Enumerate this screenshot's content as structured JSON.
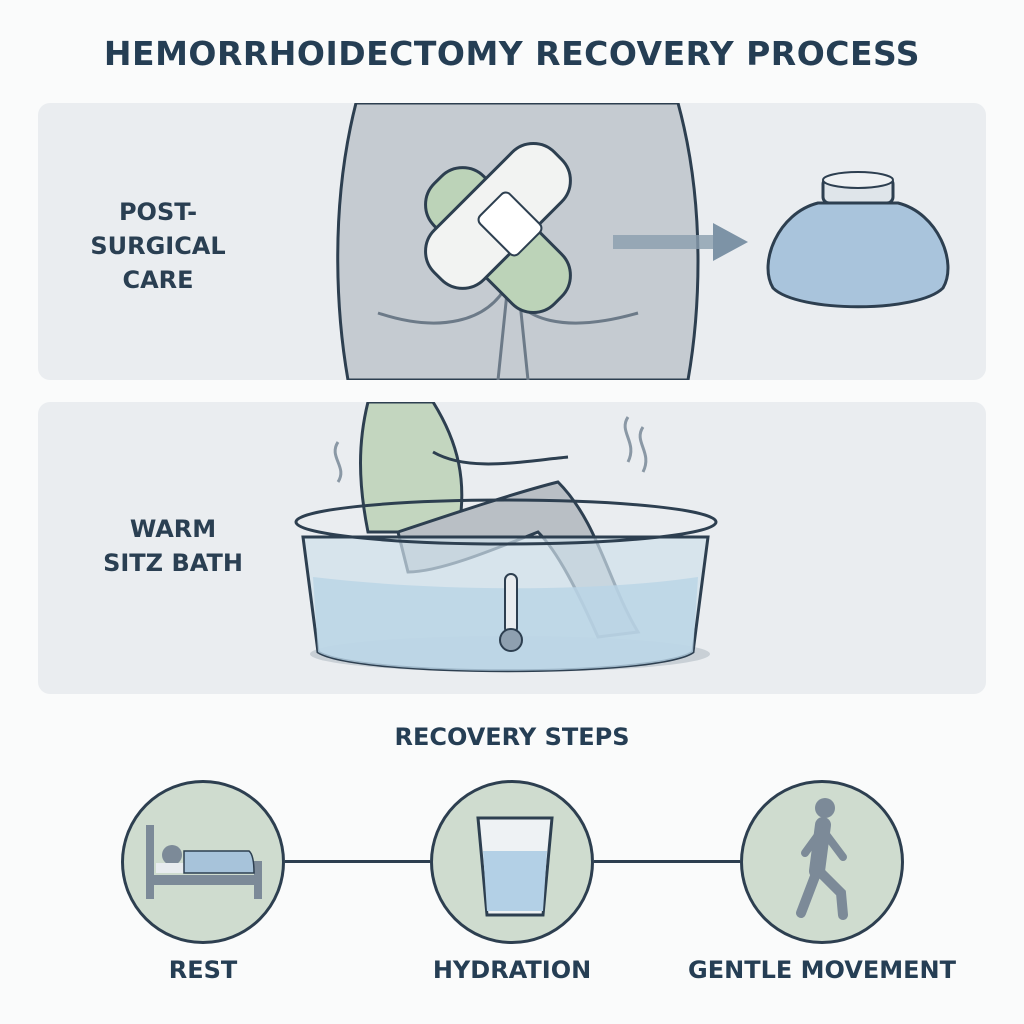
{
  "title": "HEMORRHOIDECTOMY RECOVERY PROCESS",
  "panels": [
    {
      "label_line1": "POST-",
      "label_line2": "SURGICAL",
      "label_line3": "CARE",
      "icons": [
        "buttocks-icon",
        "bandage-icon",
        "arrow-right-icon",
        "ice-pack-icon"
      ]
    },
    {
      "label_line1": "WARM",
      "label_line2": "SITZ BATH",
      "icons": [
        "person-in-bath-icon",
        "thermometer-icon",
        "steam-icon"
      ]
    }
  ],
  "steps_title": "RECOVERY STEPS",
  "steps": [
    {
      "label": "REST",
      "icon": "bed-icon"
    },
    {
      "label": "HYDRATION",
      "icon": "water-glass-icon"
    },
    {
      "label": "GENTLE MOVEMENT",
      "icon": "walking-person-icon"
    }
  ],
  "colors": {
    "text": "#253e54",
    "panel": "#eaedf0",
    "circle": "#cfdccf",
    "water": "#b9d4e6"
  }
}
